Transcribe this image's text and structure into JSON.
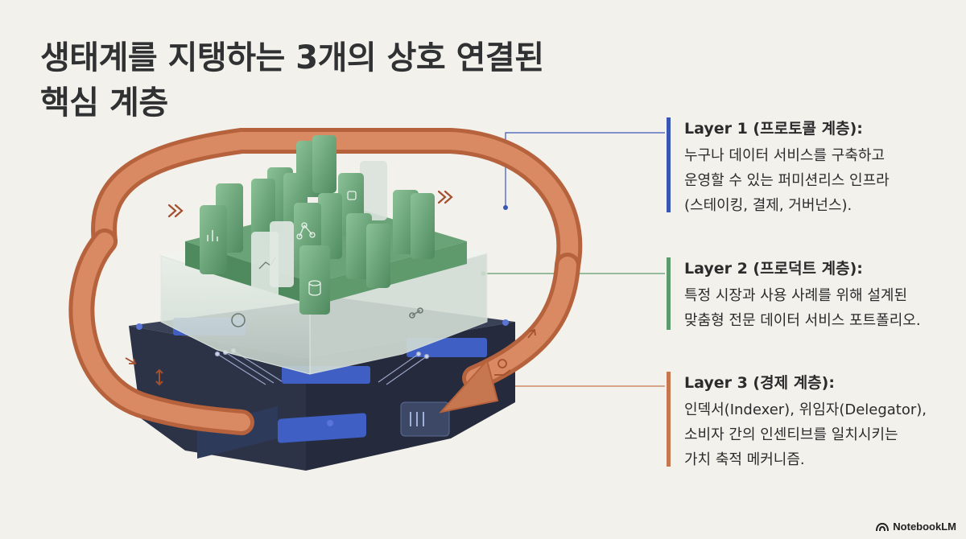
{
  "title": {
    "line1": "생태계를 지탱하는 3개의 상호 연결된",
    "line2": "핵심 계층"
  },
  "colors": {
    "background": "#f3f1ec",
    "layer1_accent": "#3a56b5",
    "layer2_accent": "#5d9a6d",
    "layer3_accent": "#c7774f",
    "arrow_orange": "#c7774f",
    "green_block": "#6aa377",
    "navy_base": "#2c3347",
    "blue_chip": "#3f5fc4"
  },
  "callouts": [
    {
      "heading": "Layer 1 (프로토콜 계층):",
      "lines": [
        "누구나 데이터 서비스를 구축하고",
        "운영할 수 있는 퍼미션리스 인프라",
        "(스테이킹, 결제, 거버넌스)."
      ]
    },
    {
      "heading": "Layer 2 (프로덕트 계층):",
      "lines": [
        "특정 시장과 사용 사례를 위해 설계된",
        "맞춤형 전문 데이터 서비스 포트폴리오."
      ]
    },
    {
      "heading": "Layer 3 (경제 계층):",
      "lines": [
        "인덱서(Indexer), 위임자(Delegator),",
        "소비자 간의 인센티브를 일치시키는",
        "가치 축적 메커니즘."
      ]
    }
  ],
  "icons": {
    "block_icons": [
      "bar-chart-icon",
      "database-icon",
      "flow-chart-icon",
      "growth-chart-icon"
    ],
    "arrow_icons": [
      "double-chevron-icon",
      "vertical-arrows-icon",
      "coin-hand-icon"
    ]
  },
  "brand": {
    "name": "NotebookLM"
  }
}
